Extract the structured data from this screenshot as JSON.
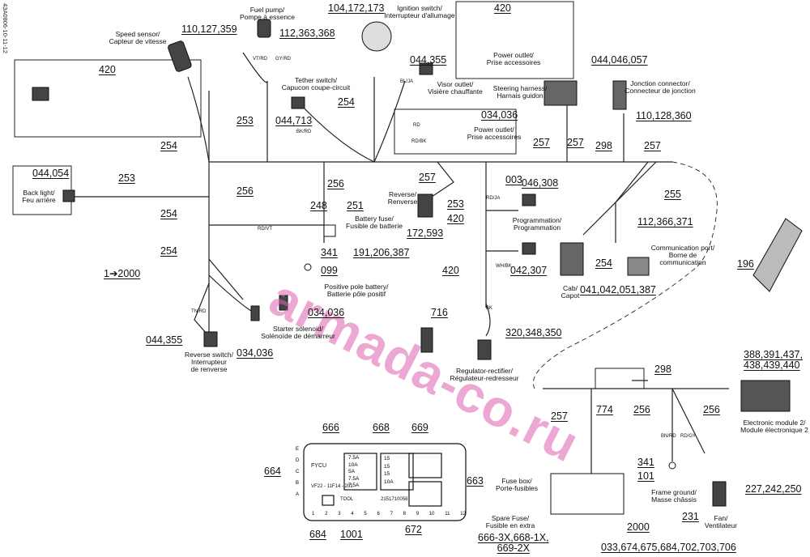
{
  "side_code": "43A0806-10-11-12",
  "watermark": "armada-co.ru",
  "labels": {
    "speed_num": "110,127,359",
    "speed_cap": "Speed sensor/\nCapteur de vitesse",
    "fuelpump_cap": "Fuel pump/\nPompe à essence",
    "fuelpump_num": "112,363,368",
    "ign_num": "104,172,173",
    "ign_cap": "Ignition switch/\nInterrupteur d'allumage",
    "po_top_num": "420",
    "po_top_cap": "Power outlet/\nPrise accessoires",
    "steer_num": "044,046,057",
    "steer_cap": "Steering harness/\nHarnais guidon",
    "junc_cap": "Jonction connector/\nConnecteur de jonction",
    "junc_num": "110,128,360",
    "back_box_num": "420",
    "back_num": "044,054",
    "back_cap": "Back light/\nFeu arrière",
    "w253a": "253",
    "w254a": "254",
    "w254b": "254",
    "w254c": "254",
    "w253b": "253",
    "w256a": "256",
    "w256b": "256",
    "tether_cap": "Tether switch/\nCapucon coupe-circuit",
    "tether_num": "044,713",
    "w254d": "254",
    "visor_num": "044,355",
    "visor_cap": "Visor outlet/\nVisière chauffante",
    "po_mid_num": "034,036",
    "po_mid_cap": "Power outlet/\nPrise accessoires",
    "w257a": "257",
    "w257b": "257",
    "w298a": "298",
    "w257c": "257",
    "w257d": "257",
    "n003": "003",
    "n046_308": "046,308",
    "w255": "255",
    "n248": "248",
    "n251": "251",
    "fuse_cap": "Battery fuse/\nFusible de batterie",
    "n191": "191,206,387",
    "n341a": "341",
    "n099": "099",
    "posbat_cap": "Positive pole battery/\nBatterie pôle positif",
    "reverse_cap": "Reverse/\nRenverse",
    "w253c": "253",
    "n420a": "420",
    "n172_593": "172,593",
    "prog_cap": "Programmation/\nProgrammation",
    "n042_307": "042,307",
    "n420b": "420",
    "n112_366": "112,366,371",
    "comm_cap": "Communication port/\nBorne de\ncommunication",
    "w254e": "254",
    "cab_cap": "Cab/\nCapot",
    "n041": "041,042,051,387",
    "n196": "196",
    "n1_2000": "1➔2000",
    "n034_036a": "034,036",
    "starter_cap": "Starter solenoid/\nSolénoïde de démarreur",
    "n034_036b": "034,036",
    "n044_355b": "044,355",
    "revsw_cap": "Reverse switch/\nInterrupteur\nde renverse",
    "n716": "716",
    "n320": "320,348,350",
    "regrect_cap": "Regulator-rectifier/\nRégulateur-redresseur",
    "n388": "388,391,437,\n438,439,440",
    "w298b": "298",
    "w257e": "257",
    "n774": "774",
    "w256c": "256",
    "w256d": "256",
    "ecm2_cap": "Electronic module 2/\nModule électronique 2",
    "n666": "666",
    "n668": "668",
    "n669": "669",
    "n664": "664",
    "n663": "663",
    "n684": "684",
    "n1001": "1001",
    "n672": "672",
    "fusebox_cap": "Fuse box/\nPorte-fusibles",
    "spare_cap": "Spare Fuse/\nFusible en extra",
    "spare_num": "666-3X,668-1X,\n669-2X",
    "n2000": "2000",
    "n033": "033,674,675,684,702,703,706",
    "n341b": "341",
    "n101": "101",
    "frame_cap": "Frame ground/\nMasse châssis",
    "n227": "227,242,250",
    "n231": "231",
    "fan_cap": "Fan/\nVentilateur"
  },
  "connector_tags": {
    "vt_rd": "VT/RD",
    "gy_rd": "GY/RD",
    "bk_rd": "BK/RD",
    "bl_ja": "BL/JA",
    "rd": "RD",
    "rd_bk": "RD/BK",
    "rd_vt": "RD/VT",
    "rd_ja": "RD/JA",
    "wh_bk": "WH/BK",
    "bk": "BK",
    "tn_rd": "TN/RD",
    "bn_rd": "BN/RD",
    "rd_gy": "RD/GY"
  },
  "fuse_panel": {
    "header_left": "FYCU",
    "part_no": "VF22 - 11F14 - 201",
    "tool": "TOOL",
    "spare_code": "2151710058",
    "fuses_left": [
      "7.5A",
      "10A",
      "5A",
      "7.5A",
      "7.5A"
    ],
    "fuses_right": [
      "15",
      "15",
      "15",
      "10A"
    ],
    "bottom_numbers": [
      "1",
      "2",
      "3",
      "4",
      "5",
      "6",
      "7",
      "8",
      "9",
      "10",
      "11",
      "12"
    ],
    "side_letters": [
      "E",
      "D",
      "C",
      "B",
      "A"
    ]
  }
}
